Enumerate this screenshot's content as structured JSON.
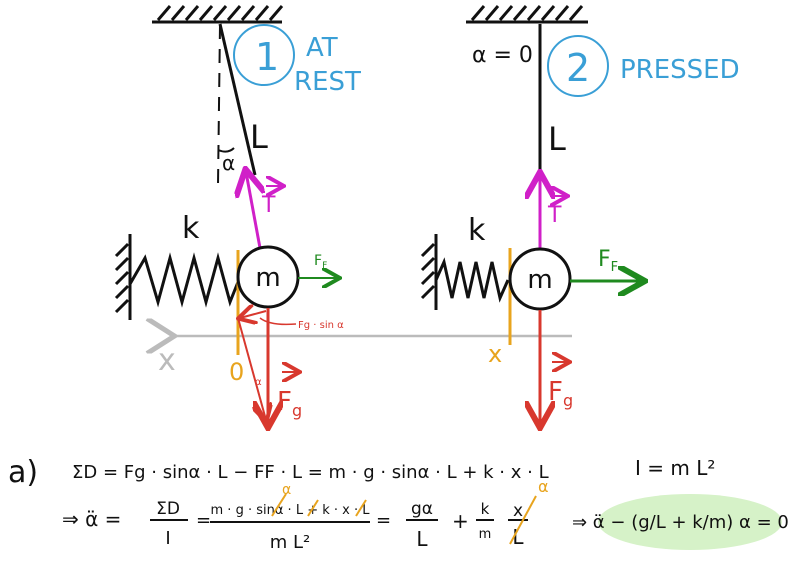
{
  "colors": {
    "ink": "#111111",
    "label_blue": "#3a9fd6",
    "tension": "#d020c8",
    "friction": "#1f8a1f",
    "gravity": "#d8382e",
    "displacement": "#e8a41e",
    "axis": "#bbbbbb",
    "highlight": "#d6f2c8"
  },
  "panel1": {
    "number": "1",
    "title_line1": "AT",
    "title_line2": "REST",
    "length_label": "L",
    "angle_label": "α",
    "spring_label": "k",
    "mass_label": "m",
    "tension_label": "T",
    "friction_label": "F",
    "friction_sub": "F",
    "gravity_label": "F",
    "gravity_sub": "g",
    "component_label": "Fg · sin α",
    "angle_small": "α",
    "origin_label": "0",
    "axis_label": "x"
  },
  "panel2": {
    "number": "2",
    "title": "PRESSED",
    "angle_label": "α = 0",
    "length_label": "L",
    "spring_label": "k",
    "mass_label": "m",
    "tension_label": "T",
    "friction_label": "F",
    "friction_sub": "F",
    "gravity_label": "F",
    "gravity_sub": "g",
    "displacement_label": "x"
  },
  "equations": {
    "part_label": "a)",
    "line1": "ΣD = Fg · sinα · L − FF · L = m · g · sinα · L + k · x · L",
    "inertia": "I = m L²",
    "line2_start": "⇒ α̈ =",
    "frac1_num": "ΣD",
    "frac1_den": "I",
    "frac2_num": "m · g · sinα · L + k · x · L",
    "frac2_den": "m L²",
    "eq3": "=",
    "frac3_num": "gα",
    "frac3_den": "L",
    "plus": "+",
    "frac4_num": "k",
    "frac4_den": "m",
    "frac5_num": "x",
    "frac5_den": "L",
    "annot_alpha1": "α",
    "annot_alpha2": "α",
    "result": "⇒ α̈ − (g/L + k/m) α = 0"
  }
}
